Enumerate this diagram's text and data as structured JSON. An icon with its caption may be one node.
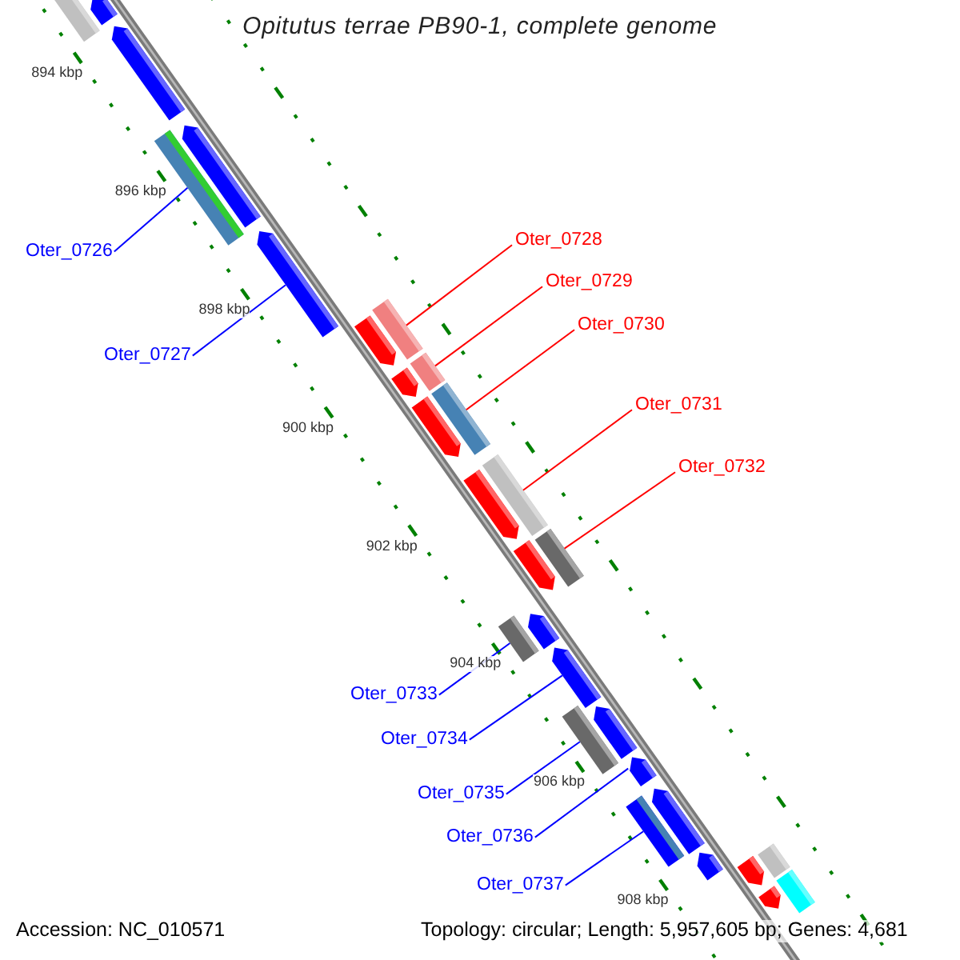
{
  "diagram": {
    "title": "Opitutus terrae PB90-1, complete genome",
    "nodes": [
      {
        "text": [
          "Oter_0726"
        ]
      },
      {
        "text": [
          "Oter_0727"
        ]
      },
      {
        "text": [
          "Oter_0728"
        ]
      },
      {
        "text": [
          "Oter_0729"
        ]
      },
      {
        "text": [
          "Oter_0730"
        ]
      },
      {
        "text": [
          "Oter_0731"
        ]
      },
      {
        "text": [
          "Oter_0732"
        ]
      },
      {
        "text": [
          "Oter_0733"
        ]
      },
      {
        "text": [
          "Oter_0734"
        ]
      },
      {
        "text": [
          "Oter_0735"
        ]
      },
      {
        "text": [
          "Oter_0736"
        ]
      },
      {
        "text": [
          "Oter_0737"
        ]
      },
      {
        "text": [],
        "shape": "box"
      },
      {
        "text": [],
        "shape": "arrow"
      },
      {
        "text": [],
        "shape": "arrow"
      },
      {
        "text": [],
        "shape": "box"
      },
      {
        "text": [],
        "shape": "arrow"
      },
      {
        "text": [],
        "shape": "arrow"
      },
      {
        "text": [],
        "shape": "arrow"
      },
      {
        "text": [],
        "shape": "box"
      },
      {
        "text": [],
        "shape": "arrow"
      },
      {
        "text": [],
        "shape": "box"
      },
      {
        "text": [],
        "shape": "arrow"
      },
      {
        "text": [],
        "shape": "box"
      },
      {
        "text": [],
        "shape": "arrow"
      },
      {
        "text": [],
        "shape": "box"
      },
      {
        "text": [],
        "shape": "arrow"
      },
      {
        "text": [],
        "shape": "box"
      },
      {
        "text": [],
        "shape": "box"
      },
      {
        "text": [],
        "shape": "arrow"
      },
      {
        "text": [],
        "shape": "arrow"
      },
      {
        "text": [],
        "shape": "box"
      },
      {
        "text": [],
        "shape": "arrow"
      },
      {
        "text": [],
        "shape": "arrow"
      },
      {
        "text": [],
        "shape": "box"
      },
      {
        "text": [],
        "shape": "arrow"
      },
      {
        "text": [],
        "shape": "arrow"
      },
      {
        "text": [],
        "shape": "arrow"
      },
      {
        "text": [],
        "shape": "box"
      },
      {
        "text": [],
        "shape": "arrow"
      },
      {
        "text": [],
        "shape": "box"
      }
    ],
    "edges": [
      {
        "from": 0,
        "to": 15,
        "arrow": "none"
      },
      {
        "from": 1,
        "to": 17,
        "arrow": "none"
      },
      {
        "from": 2,
        "to": 19,
        "arrow": "none",
        "color": "#ff0000"
      },
      {
        "from": 3,
        "to": 21,
        "arrow": "none",
        "color": "#ff0000"
      },
      {
        "from": 4,
        "to": 23,
        "arrow": "none",
        "color": "#ff0000"
      },
      {
        "from": 5,
        "to": 25,
        "arrow": "none",
        "color": "#ff0000"
      },
      {
        "from": 6,
        "to": 27,
        "arrow": "none",
        "color": "#ff0000"
      },
      {
        "from": 7,
        "to": 28,
        "arrow": "none"
      },
      {
        "from": 8,
        "to": 30,
        "arrow": "none"
      },
      {
        "from": 9,
        "to": 31,
        "arrow": "none"
      },
      {
        "from": 10,
        "to": 33,
        "arrow": "none"
      },
      {
        "from": 11,
        "to": 34,
        "arrow": "none"
      }
    ],
    "labels": [
      "894 kbp",
      "896 kbp",
      "898 kbp",
      "900 kbp",
      "902 kbp",
      "904 kbp",
      "906 kbp",
      "908 kbp",
      "Accession: NC_010571",
      "Topology: circular; Length: 5,957,605 bp; Genes: 4,681"
    ]
  }
}
